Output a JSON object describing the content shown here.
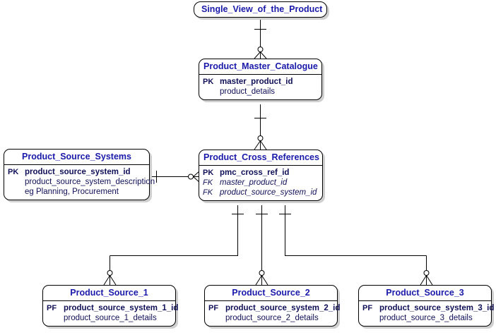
{
  "diagram": {
    "type": "entity-relationship-diagram",
    "notation": "crows-foot",
    "colors": {
      "title_text": "#1a1aaa",
      "body_text": "#101058",
      "border": "#000000",
      "background": "#ffffff",
      "shadow": "#d0d0d0"
    },
    "entities": [
      {
        "id": "single_view",
        "title": "Single_View_of_the_Product",
        "attributes": []
      },
      {
        "id": "master_catalogue",
        "title": "Product_Master_Catalogue",
        "attributes": [
          {
            "key": "PK",
            "name": "master_product_id",
            "kind": "pk"
          },
          {
            "key": "",
            "name": "product_details",
            "kind": "plain"
          }
        ]
      },
      {
        "id": "source_systems",
        "title": "Product_Source_Systems",
        "attributes": [
          {
            "key": "PK",
            "name": "product_source_system_id",
            "kind": "pk"
          },
          {
            "key": "",
            "name": "product_source_system_description",
            "kind": "plain"
          },
          {
            "key": "",
            "name": "eg Planning, Procurement",
            "kind": "plain"
          }
        ]
      },
      {
        "id": "cross_references",
        "title": "Product_Cross_References",
        "attributes": [
          {
            "key": "PK",
            "name": "pmc_cross_ref_id",
            "kind": "pk"
          },
          {
            "key": "FK",
            "name": "master_product_id",
            "kind": "fk"
          },
          {
            "key": "FK",
            "name": "product_source_system_id",
            "kind": "fk"
          }
        ]
      },
      {
        "id": "source_1",
        "title": "Product_Source_1",
        "attributes": [
          {
            "key": "PF",
            "name": "product_source_system_1_id",
            "kind": "pk"
          },
          {
            "key": "",
            "name": "product_source_1_details",
            "kind": "plain"
          }
        ]
      },
      {
        "id": "source_2",
        "title": "Product_Source_2",
        "attributes": [
          {
            "key": "PF",
            "name": "product_source_system_2_id",
            "kind": "pk"
          },
          {
            "key": "",
            "name": "product_source_2_details",
            "kind": "plain"
          }
        ]
      },
      {
        "id": "source_3",
        "title": "Product_Source_3",
        "attributes": [
          {
            "key": "PF",
            "name": "product_source_system_3_id",
            "kind": "pk"
          },
          {
            "key": "",
            "name": "product_source_3_details",
            "kind": "plain"
          }
        ]
      }
    ],
    "relationships": [
      {
        "from": "single_view",
        "to": "master_catalogue",
        "from_card": "one",
        "to_card": "zero-or-many"
      },
      {
        "from": "master_catalogue",
        "to": "cross_references",
        "from_card": "one",
        "to_card": "zero-or-many"
      },
      {
        "from": "source_systems",
        "to": "cross_references",
        "from_card": "one",
        "to_card": "zero-or-many"
      },
      {
        "from": "cross_references",
        "to": "source_1",
        "from_card": "one",
        "to_card": "zero-or-many"
      },
      {
        "from": "cross_references",
        "to": "source_2",
        "from_card": "one",
        "to_card": "zero-or-many"
      },
      {
        "from": "cross_references",
        "to": "source_3",
        "from_card": "one",
        "to_card": "zero-or-many"
      }
    ]
  }
}
